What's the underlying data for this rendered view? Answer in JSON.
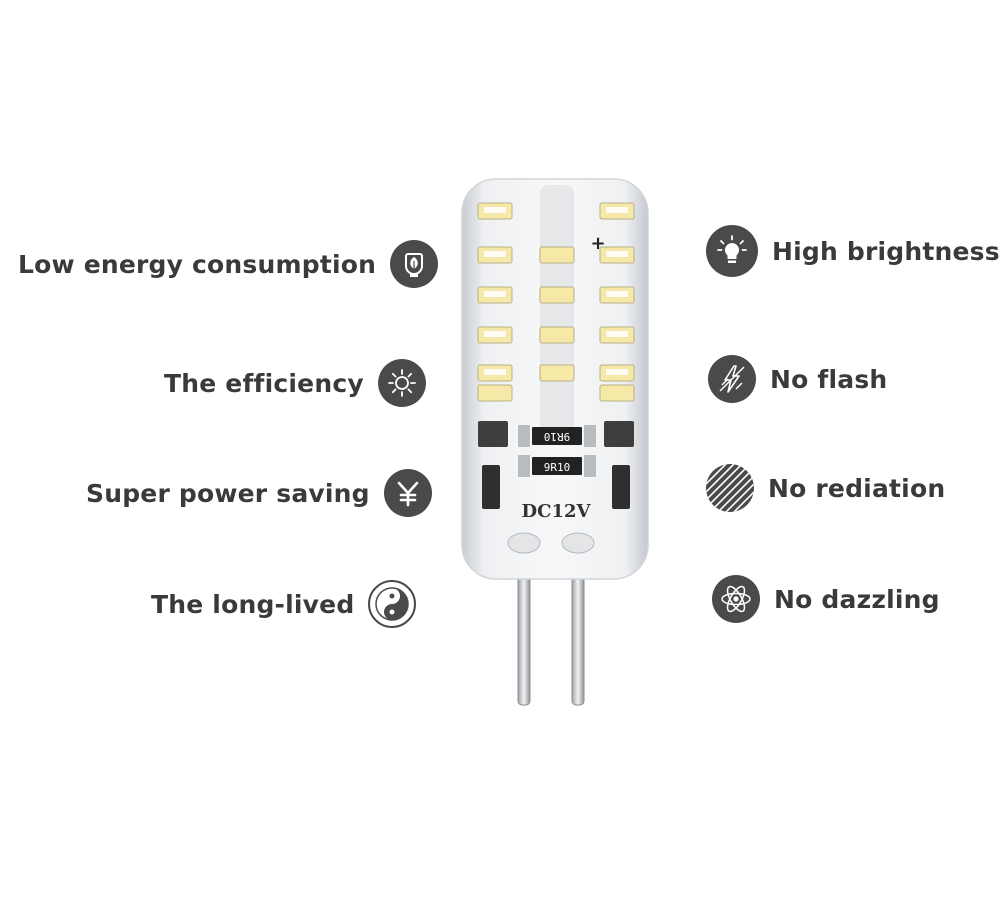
{
  "features_left": [
    {
      "label": "Low energy consumption",
      "icon": "leaf-bulb-icon"
    },
    {
      "label": "The efficiency",
      "icon": "sun-icon"
    },
    {
      "label": "Super power saving",
      "icon": "yen-icon"
    },
    {
      "label": "The long-lived",
      "icon": "yin-yang-icon"
    }
  ],
  "features_right": [
    {
      "label": "High brightness",
      "icon": "light-bulb-icon"
    },
    {
      "label": "No flash",
      "icon": "no-flash-icon"
    },
    {
      "label": "No rediation",
      "icon": "hatched-circle-icon"
    },
    {
      "label": "No dazzling",
      "icon": "atom-icon"
    }
  ],
  "product": {
    "voltage_marking": "DC12V",
    "resistor_code_top": "9R10",
    "resistor_code_bottom": "9R10",
    "polarity_mark": "+"
  },
  "colors": {
    "icon_bg": "#4a4a4a",
    "text": "#3a3a3a",
    "led_yellow": "#f6e9a8"
  }
}
